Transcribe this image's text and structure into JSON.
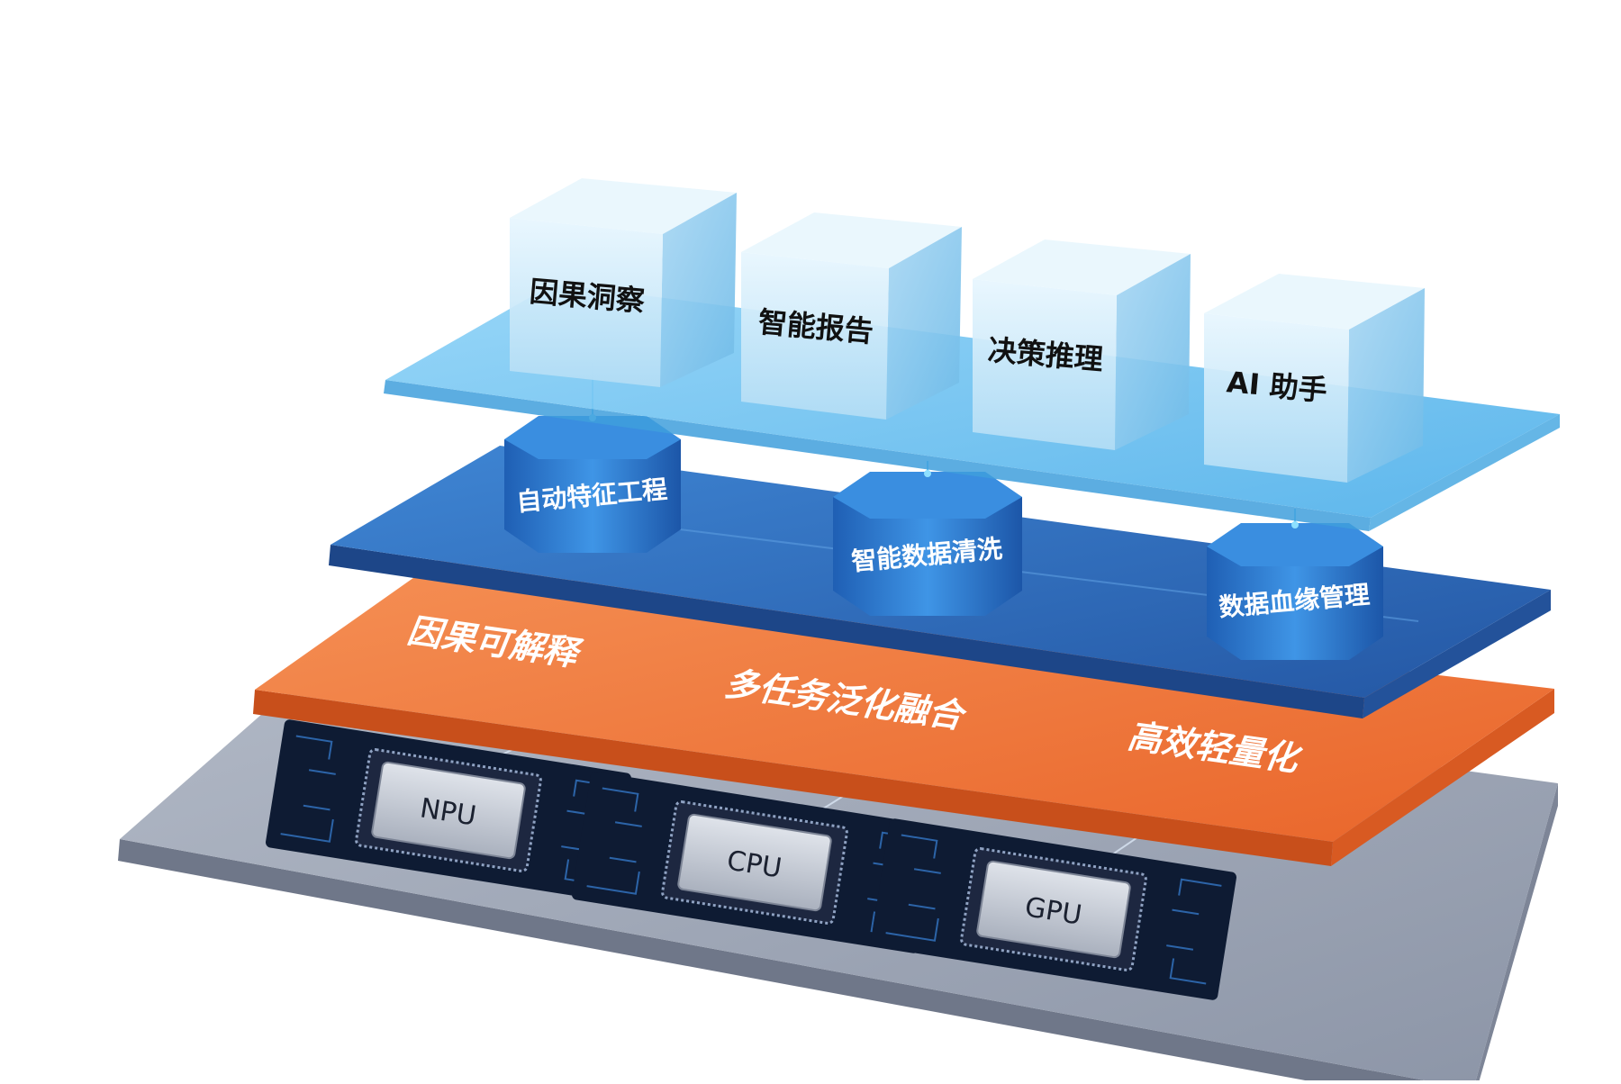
{
  "colors": {
    "top_layer": "#6cc0ef",
    "middle_layer": "#2f6fbf",
    "fusion_layer": "#f07a3a",
    "hardware_layer": "#9aa3b4",
    "chip_board": "#0e1b33",
    "chip_body": "#c9ced8",
    "text_dark": "#111111",
    "text_light": "#ffffff"
  },
  "application_layer": {
    "modules": [
      {
        "label": "因果洞察",
        "icon": "glass-cube"
      },
      {
        "label": "智能报告",
        "icon": "glass-cube"
      },
      {
        "label": "决策推理",
        "icon": "glass-cube"
      },
      {
        "label": "AI 助手",
        "icon": "glass-cube"
      }
    ]
  },
  "data_layer": {
    "modules": [
      {
        "label": "自动特征工程",
        "icon": "octagon-cylinder"
      },
      {
        "label": "智能数据清洗",
        "icon": "octagon-cylinder"
      },
      {
        "label": "数据血缘管理",
        "icon": "octagon-cylinder"
      }
    ]
  },
  "fusion_layer": {
    "labels": [
      "因果可解释",
      "多任务泛化融合",
      "高效轻量化"
    ]
  },
  "hardware_layer": {
    "chips": [
      {
        "label": "NPU",
        "icon": "processor-chip"
      },
      {
        "label": "CPU",
        "icon": "processor-chip"
      },
      {
        "label": "GPU",
        "icon": "processor-chip"
      }
    ]
  }
}
